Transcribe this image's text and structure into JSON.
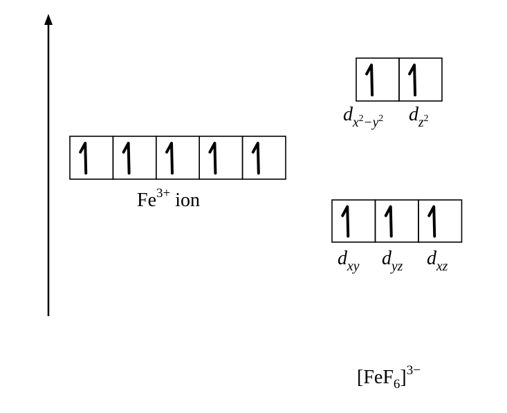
{
  "ion_label": {
    "symbol": "Fe",
    "charge": "3+",
    "word": "ion"
  },
  "complex_label": {
    "formula_open": "[FeF",
    "subscript": "6",
    "formula_close": "]",
    "charge": "3−"
  },
  "free_ion": {
    "electrons": [
      "up",
      "up",
      "up",
      "up",
      "up"
    ]
  },
  "eg_set": {
    "electrons": [
      "up",
      "up"
    ],
    "orbitals": [
      {
        "letter": "d",
        "sub_a": "x",
        "sup_a": "2",
        "sub_op": "−",
        "sub_b": "y",
        "sup_b": "2"
      },
      {
        "letter": "d",
        "sub_a": "z",
        "sup_a": "2"
      }
    ]
  },
  "t2g_set": {
    "electrons": [
      "up",
      "up",
      "up"
    ],
    "orbitals": [
      {
        "letter": "d",
        "sub": "xy"
      },
      {
        "letter": "d",
        "sub": "yz"
      },
      {
        "letter": "d",
        "sub": "xz"
      }
    ]
  },
  "energy_axis": {
    "direction": "up",
    "label": ""
  },
  "colors": {
    "ink": "#000000",
    "background": "#ffffff"
  }
}
